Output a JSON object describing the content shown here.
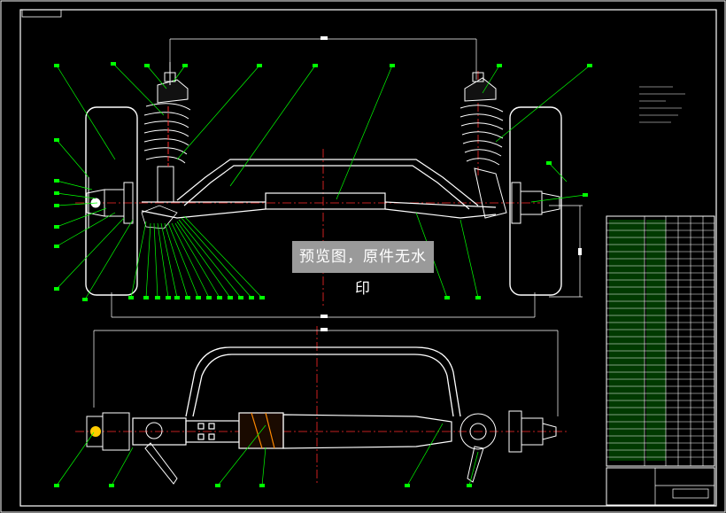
{
  "watermark": "预览图，原件无水印",
  "colors": {
    "background": "#000000",
    "frame": "#ffffff",
    "leader": "#00ff00",
    "centerline": "#ff2a2a",
    "table_text": "#00ff00",
    "table_fill": "#003a00"
  },
  "icons": [
    "coil-spring",
    "shock-absorber",
    "wheel-hub",
    "brake-disc",
    "stabilizer-bar",
    "tire-outline"
  ]
}
